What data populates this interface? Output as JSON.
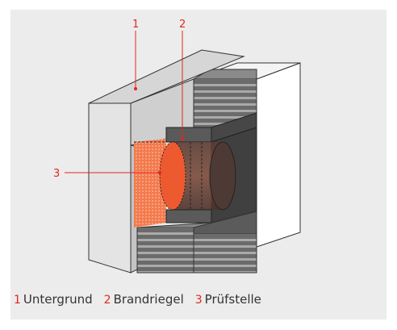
{
  "colors": {
    "background": "#ececec",
    "accent": "#e3261f",
    "substrate_face": "#e2e2e2",
    "substrate_side": "#c6c6c6",
    "block_dark": "#3d3d3d",
    "block_mid": "#6a6a6a",
    "test_area": "#f2552a"
  },
  "callouts": [
    {
      "number": "1"
    },
    {
      "number": "2"
    },
    {
      "number": "3"
    }
  ],
  "legend": [
    {
      "number": "1",
      "label": "Untergrund"
    },
    {
      "number": "2",
      "label": "Brandriegel"
    },
    {
      "number": "3",
      "label": "Prüfstelle"
    }
  ]
}
